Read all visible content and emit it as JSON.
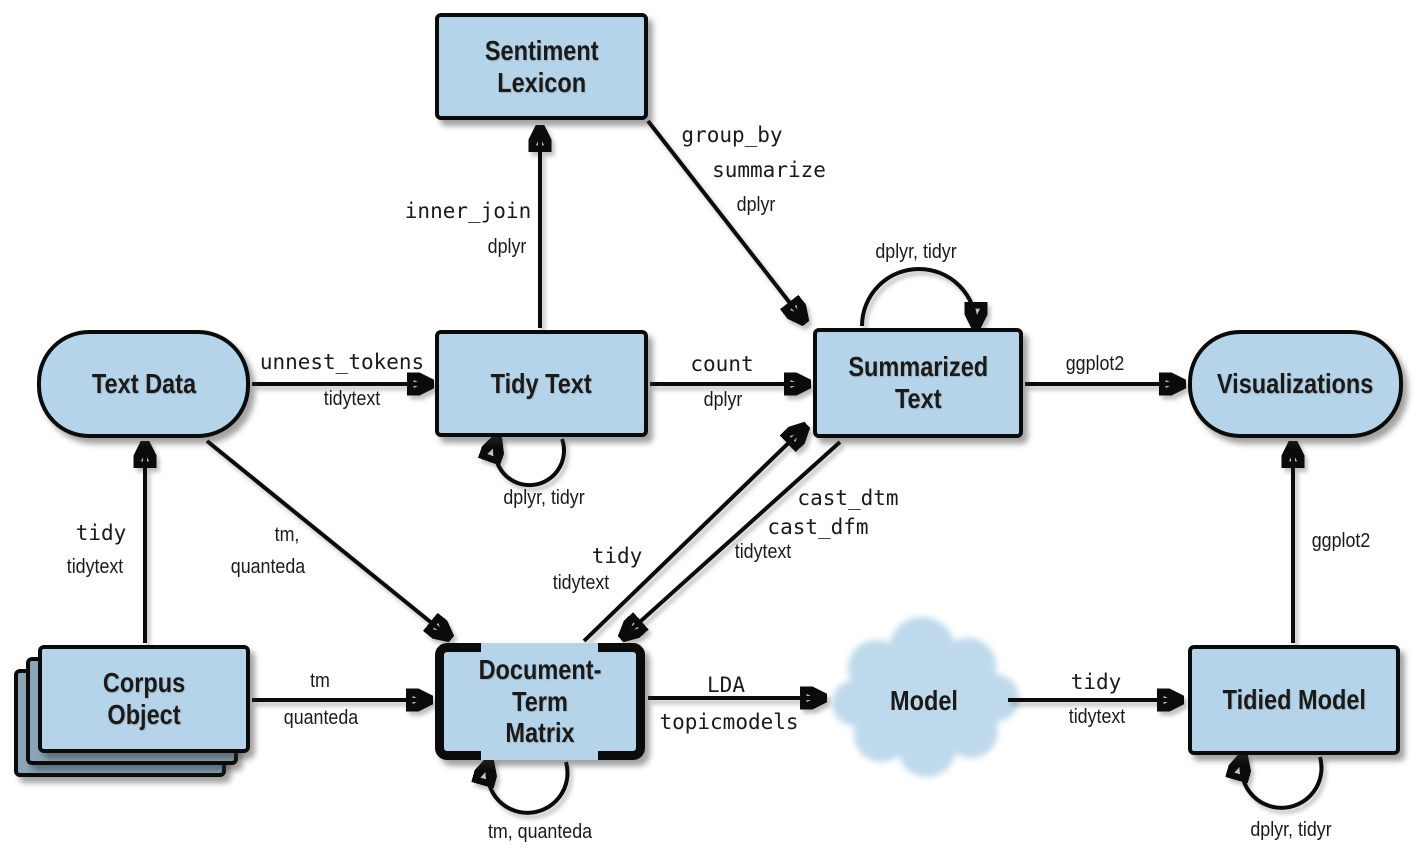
{
  "colors": {
    "fill": "#b5d4e9",
    "border": "#0b0b0b",
    "bg": "#ffffff",
    "text": "#1a1a1a",
    "cloud": "#bed9ec",
    "stackfill": "#8aa5b8"
  },
  "nodes": {
    "sentiment_lexicon": {
      "label": "Sentiment\nLexicon"
    },
    "text_data": {
      "label": "Text Data"
    },
    "tidy_text": {
      "label": "Tidy Text"
    },
    "summarized_text": {
      "label": "Summarized\nText"
    },
    "visualizations": {
      "label": "Visualizations"
    },
    "corpus_object": {
      "label": "Corpus\nObject"
    },
    "document_term_matrix": {
      "label": "Document-Term\nMatrix"
    },
    "model": {
      "label": "Model"
    },
    "tidied_model": {
      "label": "Tidied Model"
    }
  },
  "edges": {
    "text_data_to_tidy_text": {
      "fn": "unnest_tokens",
      "pkg": "tidytext"
    },
    "tidy_text_to_sentiment_lexicon": {
      "fn": "inner_join",
      "pkg": "dplyr"
    },
    "sentiment_lexicon_to_summarized_text": {
      "fn1": "group_by",
      "fn2": "summarize",
      "pkg": "dplyr"
    },
    "tidy_text_to_summarized_text": {
      "fn": "count",
      "pkg": "dplyr"
    },
    "tidy_text_self_loop": {
      "pkg": "dplyr, tidyr"
    },
    "summarized_text_self_loop": {
      "pkg": "dplyr, tidyr"
    },
    "summarized_text_to_visualizations": {
      "pkg": "ggplot2"
    },
    "corpus_to_text_data": {
      "fn": "tidy",
      "pkg": "tidytext"
    },
    "text_data_to_dtm": {
      "pkg1": "tm,",
      "pkg2": "quanteda"
    },
    "corpus_to_dtm": {
      "pkg1": "tm",
      "pkg2": "quanteda"
    },
    "dtm_to_summarized_text": {
      "fn": "tidy",
      "pkg": "tidytext"
    },
    "summarized_text_to_dtm": {
      "fn1": "cast_dtm",
      "fn2": "cast_dfm",
      "pkg": "tidytext"
    },
    "dtm_self_loop": {
      "pkg": "tm, quanteda"
    },
    "dtm_to_model": {
      "fn": "LDA",
      "pkg": "topicmodels"
    },
    "model_to_tidied_model": {
      "fn": "tidy",
      "pkg": "tidytext"
    },
    "tidied_model_to_visualizations": {
      "pkg": "ggplot2"
    },
    "tidied_model_self_loop": {
      "pkg": "dplyr, tidyr"
    }
  }
}
